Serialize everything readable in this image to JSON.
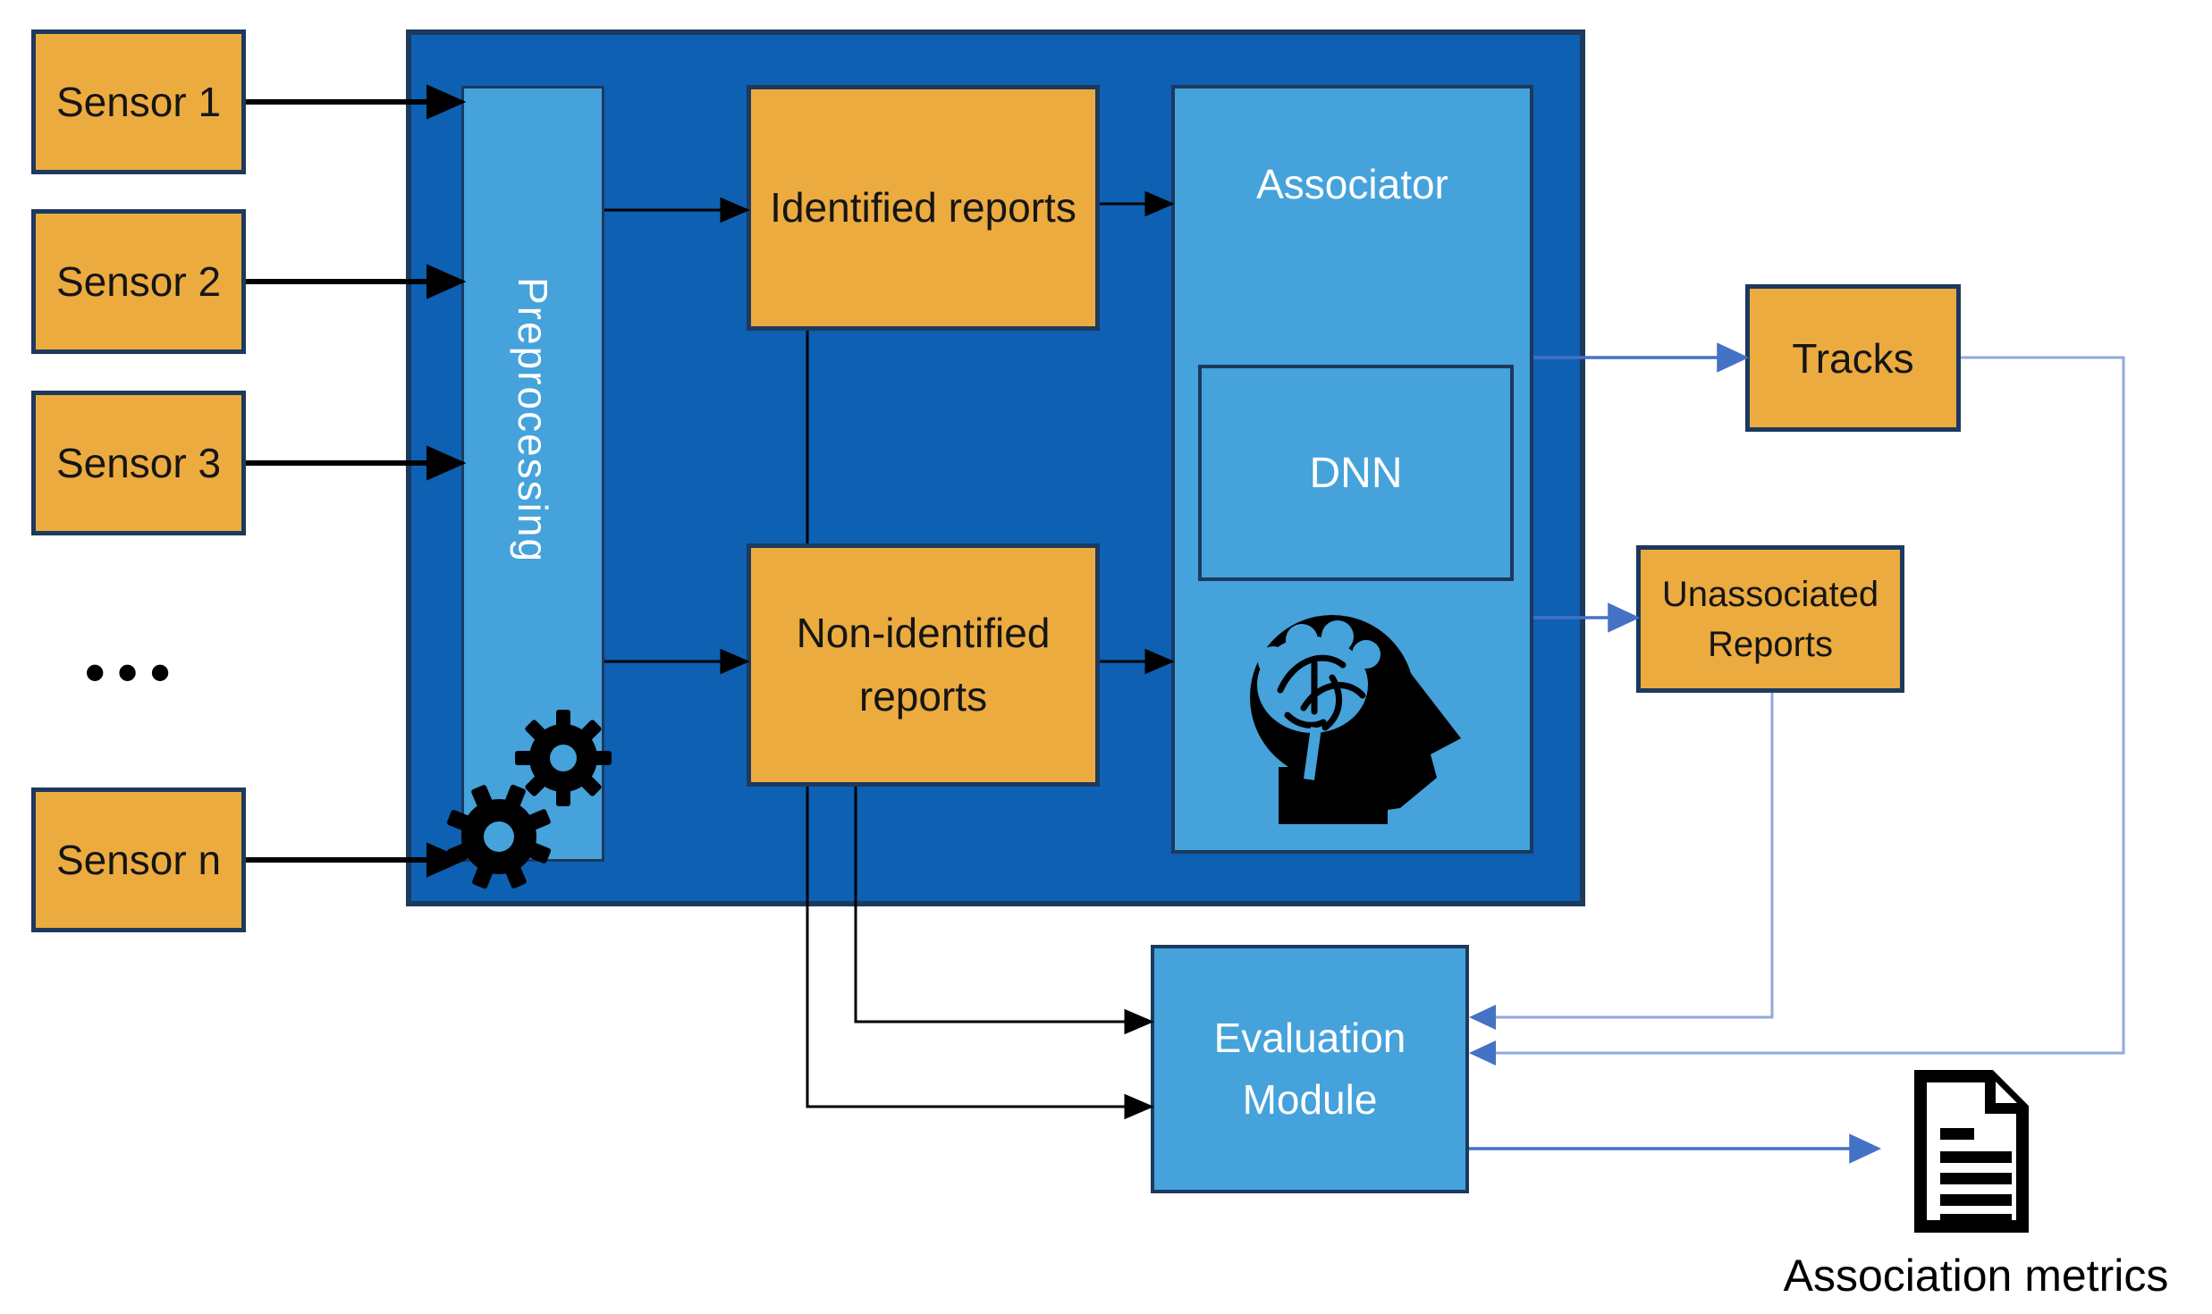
{
  "sensors": [
    {
      "label": "Sensor 1"
    },
    {
      "label": "Sensor 2"
    },
    {
      "label": "Sensor 3"
    },
    {
      "label": "Sensor n"
    }
  ],
  "sensors_ellipsis": "•••",
  "pipeline": {
    "preprocessing": {
      "label": "Preprocessing",
      "icon": "gears-icon"
    },
    "identified": {
      "label": "Identified reports"
    },
    "non_identified": {
      "label": "Non-identified reports"
    },
    "associator": {
      "label": "Associator",
      "icon": "brain-icon"
    },
    "dnn": {
      "label": "DNN"
    }
  },
  "outputs": {
    "tracks": {
      "label": "Tracks"
    },
    "unassociated": {
      "label": "Unassociated Reports"
    },
    "evaluation": {
      "label": "Evaluation Module"
    },
    "metrics": {
      "label": "Association metrics",
      "icon": "document-icon"
    }
  },
  "colors": {
    "container_fill": "#0e60b2",
    "panel_fill": "#45a2db",
    "box_fill": "#ecab3f",
    "border_navy": "#1c395e",
    "arrow_black": "#000000",
    "arrow_blue": "#4472c4",
    "line_light_blue": "#8faadc"
  }
}
